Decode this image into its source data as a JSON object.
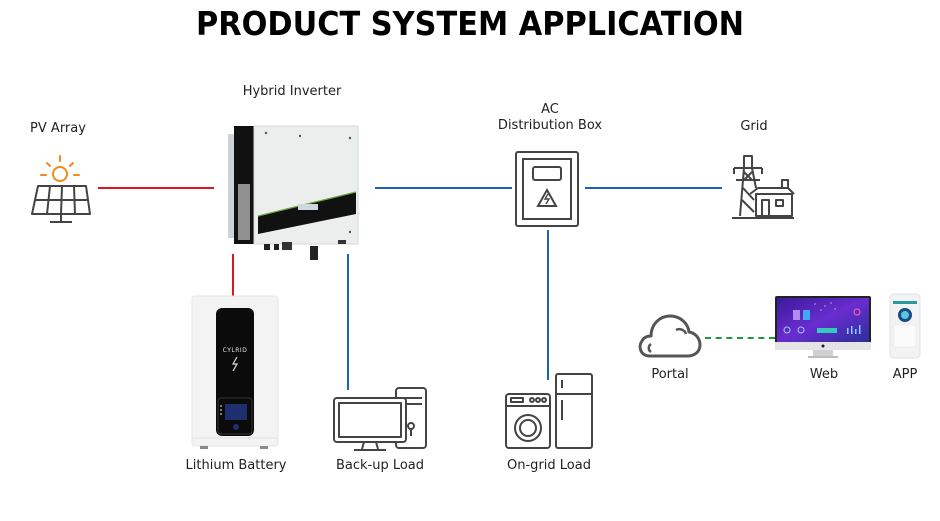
{
  "title": "PRODUCT SYSTEM APPLICATION",
  "nodes": {
    "pv_array": {
      "label": "PV Array",
      "icon": "solar-panel-icon"
    },
    "hybrid_inverter": {
      "label": "Hybrid Inverter",
      "icon": "inverter-device"
    },
    "ac_distribution_box": {
      "label_line1": "AC",
      "label_line2": "Distribution Box",
      "icon": "distribution-box-icon"
    },
    "grid": {
      "label": "Grid",
      "icon": "power-tower-house-icon"
    },
    "lithium_battery": {
      "label": "Lithium Battery",
      "brand": "CYLRID",
      "icon": "battery-device"
    },
    "backup_load": {
      "label": "Back-up Load",
      "icon": "desktop-computer-icon"
    },
    "ongrid_load": {
      "label": "On-grid Load",
      "icon": "washer-fridge-icon"
    },
    "portal": {
      "label": "Portal",
      "icon": "cloud-icon"
    },
    "web": {
      "label": "Web",
      "icon": "monitor-dashboard-icon"
    },
    "app": {
      "label": "APP",
      "icon": "smartphone-app-icon"
    }
  },
  "connections": [
    {
      "from": "pv_array",
      "to": "hybrid_inverter",
      "type": "DC",
      "color": "#e0141e"
    },
    {
      "from": "hybrid_inverter",
      "to": "lithium_battery",
      "type": "DC",
      "color": "#e0141e"
    },
    {
      "from": "hybrid_inverter",
      "to": "ac_distribution_box",
      "type": "AC",
      "color": "#1a63b8"
    },
    {
      "from": "hybrid_inverter",
      "to": "backup_load",
      "type": "AC",
      "color": "#1a63b8"
    },
    {
      "from": "ac_distribution_box",
      "to": "grid",
      "type": "AC",
      "color": "#1a63b8"
    },
    {
      "from": "ac_distribution_box",
      "to": "ongrid_load",
      "type": "AC",
      "color": "#1a63b8"
    },
    {
      "from": "portal",
      "to": "web",
      "type": "communication",
      "color": "#1a9a3a"
    }
  ],
  "colors": {
    "dc_line": "#e0141e",
    "ac_line": "#1a63b8",
    "comm_line": "#1a9a3a",
    "sun": "#f08a1c",
    "icon_stroke": "#444444"
  }
}
